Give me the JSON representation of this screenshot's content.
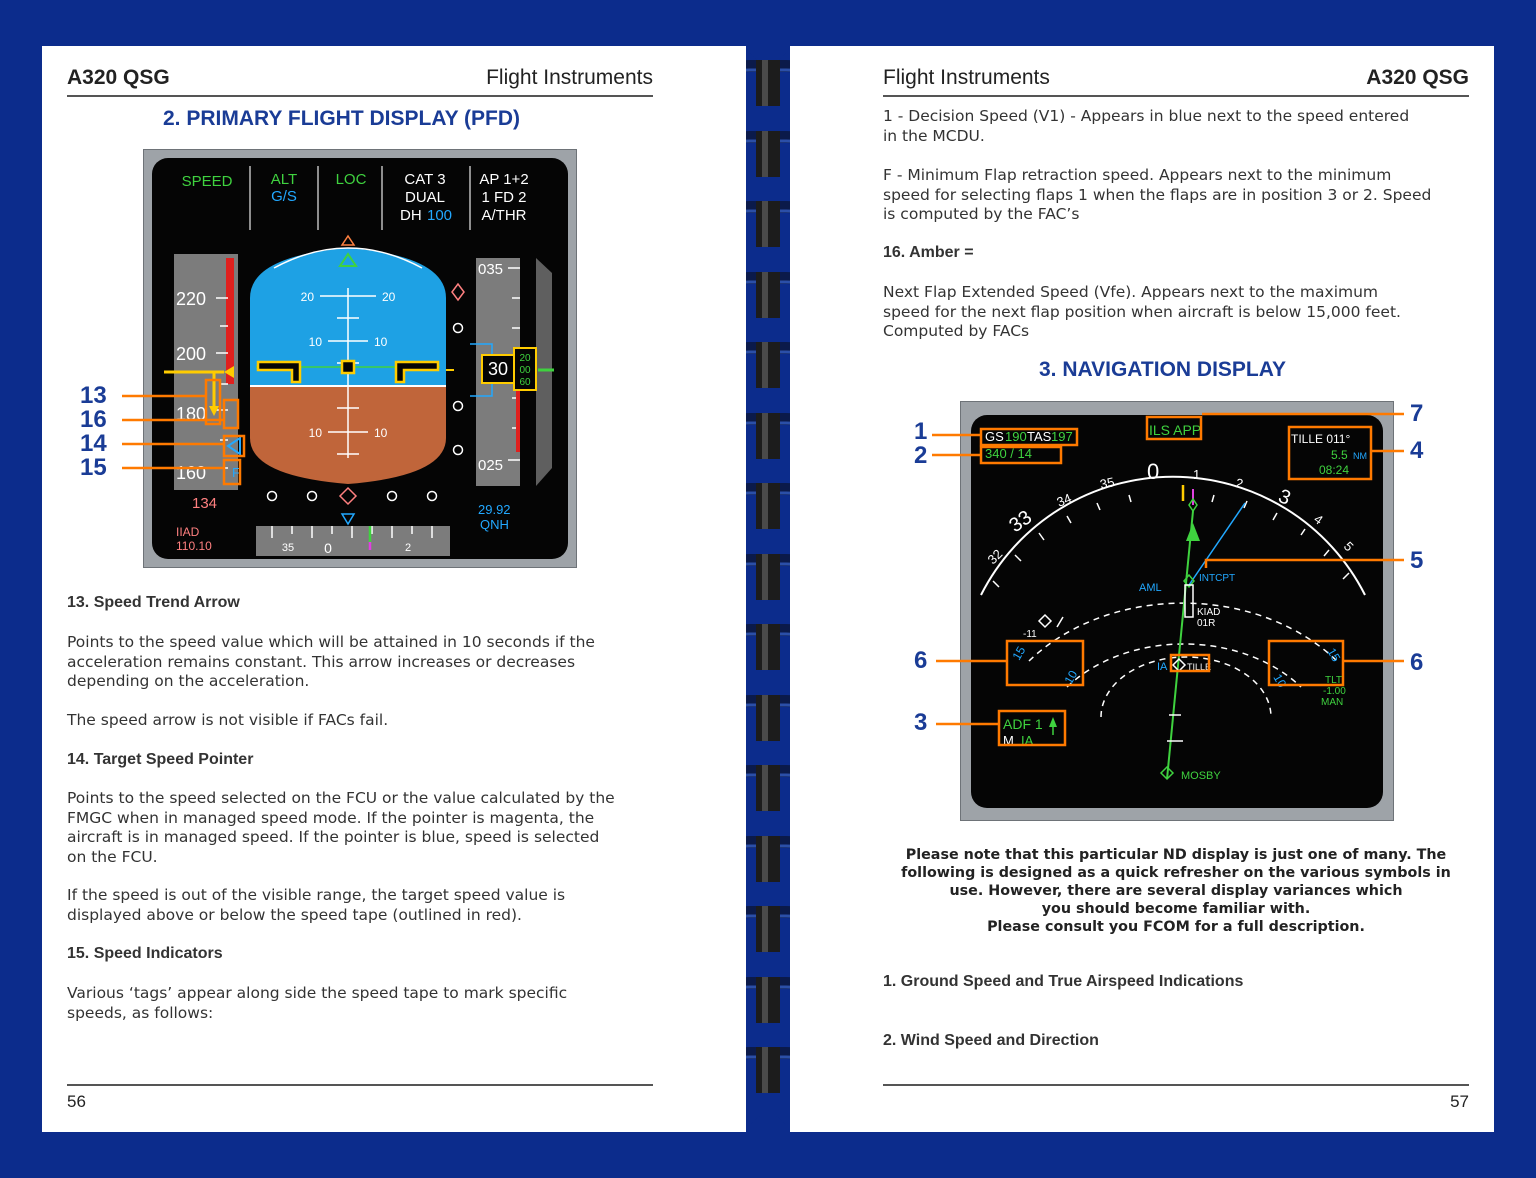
{
  "left_page": {
    "brand": "A320 QSG",
    "section": "Flight Instruments",
    "heading": "2.  PRIMARY FLIGHT DISPLAY (PFD)",
    "page_number": "56",
    "pfd": {
      "fma": {
        "col1": "SPEED",
        "col2_l1": "ALT",
        "col2_l2": "G/S",
        "col3": "LOC",
        "col4_l1": "CAT 3",
        "col4_l2": "DUAL",
        "col4_l3_a": "DH",
        "col4_l3_b": "100",
        "col5_l1": "AP 1+2",
        "col5_l2": "1 FD 2",
        "col5_l3": "A/THR"
      },
      "speed_ticks": [
        "220",
        "200",
        "180",
        "160"
      ],
      "mach_speed": "134",
      "pitch_labels": [
        "20",
        "20",
        "10",
        "10",
        "10",
        "10"
      ],
      "alt_ticks": [
        "035",
        "025"
      ],
      "alt_readout": "30",
      "alt_drum": [
        "20",
        "00",
        "60"
      ],
      "baro_l1": "29.92",
      "baro_l2": "QNH",
      "ils_l1": "IIAD",
      "ils_l2": "110.10",
      "heading_labels": [
        "35",
        "0",
        "2"
      ],
      "flap_tag": "F"
    },
    "callouts": [
      "13",
      "16",
      "14",
      "15"
    ],
    "sections": [
      {
        "title": "13. Speed Trend Arrow",
        "paragraphs": [
          "Points to the speed value which will be attained in 10 seconds if the\nacceleration remains constant.  This arrow increases or decreases\ndepending on the acceleration.",
          "The speed arrow is not visible if FACs fail."
        ]
      },
      {
        "title": "14. Target Speed Pointer",
        "paragraphs": [
          "Points to the speed selected on the FCU or the value calculated by the\nFMGC when in managed speed mode.  If the pointer is magenta, the\naircraft is in managed speed.  If the pointer is blue, speed is selected\non the FCU.",
          "If the speed is out of the visible range, the target speed value is\ndisplayed above or below the speed tape (outlined in red)."
        ]
      },
      {
        "title": "15. Speed Indicators",
        "paragraphs": [
          "Various ‘tags’ appear along side the speed tape to mark specific\nspeeds, as follows:"
        ]
      }
    ]
  },
  "right_page": {
    "section": "Flight Instruments",
    "brand": "A320 QSG",
    "page_number": "57",
    "para_v1": "1 - Decision Speed (V1)  - Appears in blue next to the speed entered\nin the MCDU.",
    "para_f": "F - Minimum Flap retraction speed.  Appears next to the minimum\nspeed for selecting flaps 1 when the flaps are in position 3 or 2.  Speed\nis computed by the FAC’s",
    "amber_title": "16. Amber =",
    "para_vfe": "Next Flap Extended Speed (Vfe).  Appears next to the maximum\nspeed for the next flap position when aircraft is below 15,000 feet.\nComputed by FACs",
    "heading": "3.  NAVIGATION DISPLAY",
    "nd": {
      "gs_label": "GS",
      "gs_value": "190",
      "tas_label": "TAS",
      "tas_value": "197",
      "wind": "340 / 14",
      "mode": "ILS APP",
      "wpt_name": "TILLE 011°",
      "wpt_dist": "5.5",
      "wpt_unit": "NM",
      "wpt_time": "08:24",
      "compass_labels": [
        "32",
        "33",
        "34",
        "35",
        "0",
        "1",
        "2",
        "3",
        "4",
        "5"
      ],
      "aml": "AML",
      "intcpt": "INTCPT",
      "kiad": "KIAD",
      "runway": "01R",
      "ia": "IA",
      "tille": "TILLE",
      "mosby": "MOSBY",
      "left_scale": [
        "-11",
        "15",
        "10"
      ],
      "right_scale": [
        "15",
        "10"
      ],
      "tilt_l1": "TLT",
      "tilt_l2": "-1.00",
      "tilt_l3": "MAN",
      "adf_l1": "ADF 1",
      "adf_l2a": "M",
      "adf_l2b": "IA"
    },
    "callouts": [
      "1",
      "2",
      "7",
      "4",
      "5",
      "6",
      "6",
      "3"
    ],
    "note": "Please note that this particular ND display is just one of many.  The\nfollowing is designed as a quick refresher on the various symbols in\nuse.  However, there are several display variances which\nyou should become familiar with.\nPlease consult you FCOM for a full description.",
    "items": [
      "1. Ground Speed and True Airspeed Indications",
      "2. Wind Speed and Direction"
    ]
  },
  "colors": {
    "background": "#0c2c8c",
    "heading_blue": "#1a3c96",
    "pfd_green": "#3fd23f",
    "pfd_cyan": "#22a8ff",
    "pfd_amber": "#ffcc00",
    "callout_orange": "#ff7a00",
    "sky": "#1ea1e4",
    "ground": "#c0653a"
  }
}
